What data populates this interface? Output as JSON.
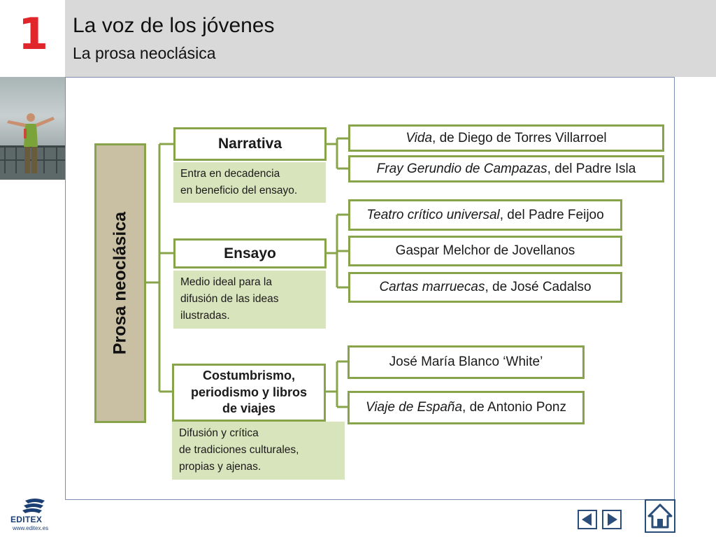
{
  "header": {
    "slide_number": "1",
    "title": "La voz de los jóvenes",
    "subtitle": "La prosa neoclásica"
  },
  "diagram": {
    "root_label": "Prosa neoclásica",
    "narrativa": {
      "label": "Narrativa",
      "note": [
        "Entra en decadencia",
        "en beneficio del ensayo."
      ],
      "items": [
        {
          "italic": "Vida",
          "rest": ", de Diego de Torres Villarroel"
        },
        {
          "italic": "Fray Gerundio de Campazas",
          "rest": ", del Padre Isla"
        }
      ]
    },
    "ensayo": {
      "label": "Ensayo",
      "note": [
        "Medio ideal para la",
        "difusión de las ideas",
        "ilustradas."
      ],
      "items": [
        {
          "italic": "Teatro crítico universal",
          "rest": ", del Padre Feijoo"
        },
        {
          "italic": "",
          "rest": "Gaspar Melchor de Jovellanos"
        },
        {
          "italic": "Cartas marruecas",
          "rest": ", de José Cadalso"
        }
      ]
    },
    "costumbrismo": {
      "label": [
        "Costumbrismo,",
        "periodismo y libros",
        "de viajes"
      ],
      "note": [
        "Difusión y crítica",
        "de tradiciones culturales,",
        "propias y ajenas."
      ],
      "items": [
        {
          "italic": "",
          "rest": "José María Blanco ‘White’"
        },
        {
          "italic": "Viaje de España",
          "rest": ", de Antonio Ponz"
        }
      ]
    }
  },
  "footer": {
    "logo_text": "EDITEX",
    "logo_url": "www.editex.es"
  },
  "colors": {
    "accent_red": "#e0262b",
    "box_border": "#88a44a",
    "note_fill": "#d8e4bc",
    "root_fill": "#c9c0a4",
    "nav_blue": "#2b4d7a"
  }
}
